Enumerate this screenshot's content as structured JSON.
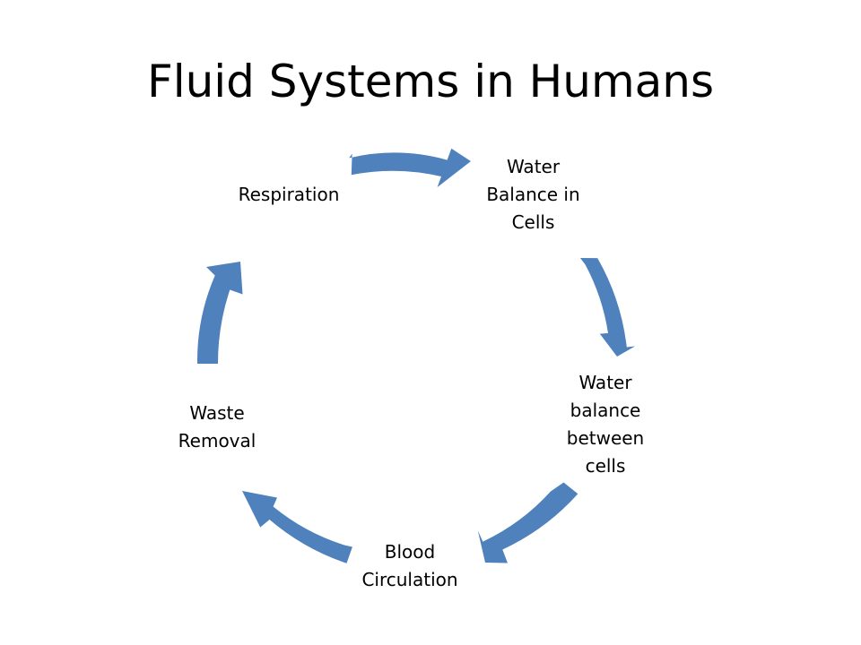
{
  "slide": {
    "title": "Fluid Systems in Humans"
  },
  "diagram": {
    "type": "cycle",
    "arrow_color": "#4f81bd",
    "nodes": [
      {
        "label": "Water\nBalance in\nCells"
      },
      {
        "label": "Water\nbalance\nbetween\ncells"
      },
      {
        "label": "Blood\nCirculation"
      },
      {
        "label": "Waste\nRemoval"
      },
      {
        "label": "Respiration"
      }
    ]
  }
}
